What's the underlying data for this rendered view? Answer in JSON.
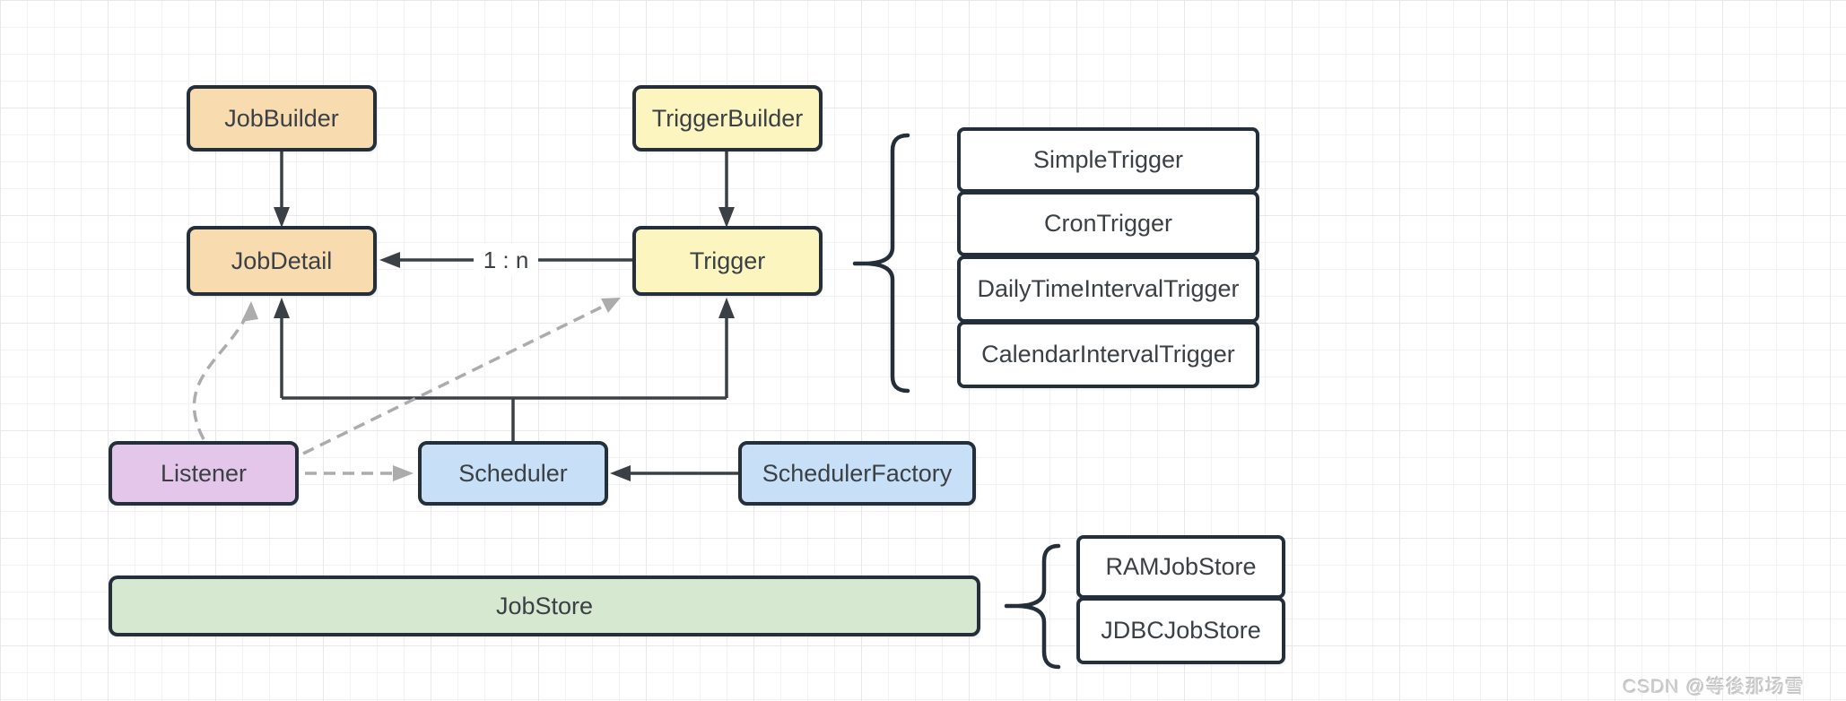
{
  "diagram": {
    "nodes": {
      "job_builder": "JobBuilder",
      "trigger_builder": "TriggerBuilder",
      "job_detail": "JobDetail",
      "trigger": "Trigger",
      "listener": "Listener",
      "scheduler": "Scheduler",
      "scheduler_factory": "SchedulerFactory",
      "job_store": "JobStore"
    },
    "trigger_types": [
      "SimpleTrigger",
      "CronTrigger",
      "DailyTimeIntervalTrigger",
      "CalendarIntervalTrigger"
    ],
    "job_store_types": [
      "RAMJobStore",
      "JDBCJobStore"
    ],
    "edge_labels": {
      "trigger_job_detail": "1 : n"
    },
    "colors": {
      "node_border": "#242f3a",
      "job_fill": "#f8dcb0",
      "trigger_fill": "#fcf5c0",
      "listener_fill": "#e3c6e9",
      "scheduler_fill": "#c8e0f7",
      "job_store_fill": "#d6e8cf",
      "plain_fill": "#ffffff",
      "solid_arrow": "#3a4045",
      "dashed_arrow": "#acacac",
      "grid_minor": "#f2f2f4",
      "grid_major": "#e8e8eb"
    }
  },
  "watermark": {
    "text": "CSDN @等後那场雪"
  }
}
